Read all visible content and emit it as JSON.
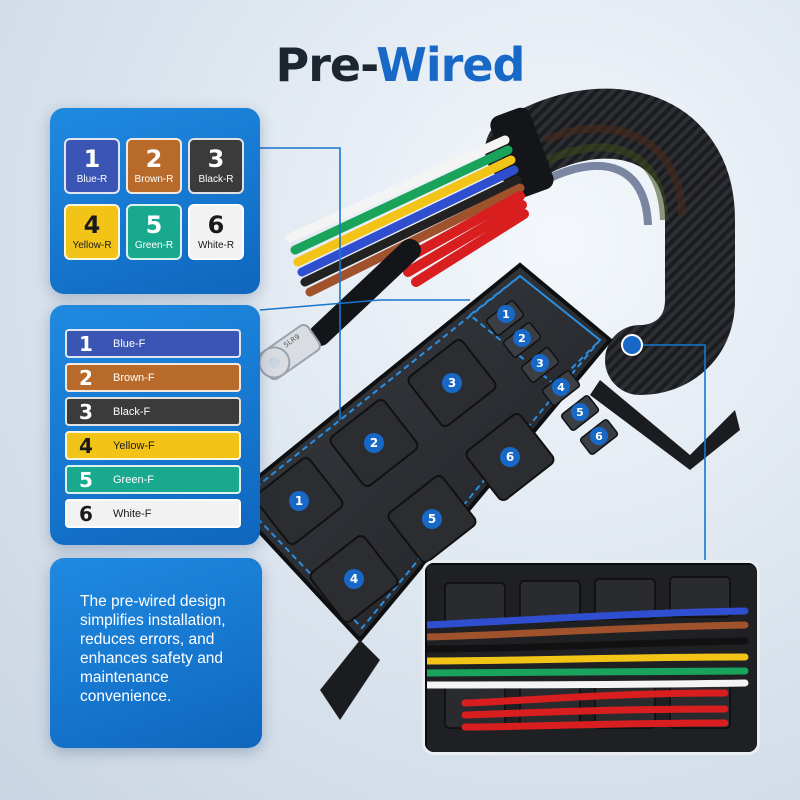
{
  "title": {
    "part1": "Pre-",
    "part2": "Wired"
  },
  "rear_legend": [
    {
      "num": "1",
      "label": "Blue-R",
      "bg": "#3a55b4",
      "fg": "#ffffff"
    },
    {
      "num": "2",
      "label": "Brown-R",
      "bg": "#b86a2a",
      "fg": "#ffffff"
    },
    {
      "num": "3",
      "label": "Black-R",
      "bg": "#3b3b3b",
      "fg": "#ffffff"
    },
    {
      "num": "4",
      "label": "Yellow-R",
      "bg": "#f2c418",
      "fg": "#1a1a1a"
    },
    {
      "num": "5",
      "label": "Green-R",
      "bg": "#18a98e",
      "fg": "#ffffff"
    },
    {
      "num": "6",
      "label": "White-R",
      "bg": "#f2f2f2",
      "fg": "#1a1a1a"
    }
  ],
  "front_legend": [
    {
      "num": "1",
      "label": "Blue-F",
      "bg": "#3a55b4",
      "fg": "#ffffff"
    },
    {
      "num": "2",
      "label": "Brown-F",
      "bg": "#b86a2a",
      "fg": "#ffffff"
    },
    {
      "num": "3",
      "label": "Black-F",
      "bg": "#3b3b3b",
      "fg": "#ffffff"
    },
    {
      "num": "4",
      "label": "Yellow-F",
      "bg": "#f2c418",
      "fg": "#1a1a1a"
    },
    {
      "num": "5",
      "label": "Green-F",
      "bg": "#18a98e",
      "fg": "#ffffff"
    },
    {
      "num": "6",
      "label": "White-F",
      "bg": "#f2f2f2",
      "fg": "#1a1a1a"
    }
  ],
  "description": "The pre-wired design simplifies installation, reduces errors, and enhances safety and maintenance convenience.",
  "relay_labels": [
    "1",
    "2",
    "3",
    "4",
    "5",
    "6"
  ],
  "fuse_labels": [
    "1",
    "2",
    "3",
    "4",
    "5",
    "6"
  ],
  "ring_terminal_text": "5LR9",
  "colors": {
    "accent_blue": "#1868c8",
    "wire_blue": "#2f4fd0",
    "wire_brown": "#a0522d",
    "wire_black": "#222222",
    "wire_yellow": "#f2c418",
    "wire_green": "#1aa35a",
    "wire_white": "#f4f4f4",
    "wire_red": "#d81e1e"
  }
}
